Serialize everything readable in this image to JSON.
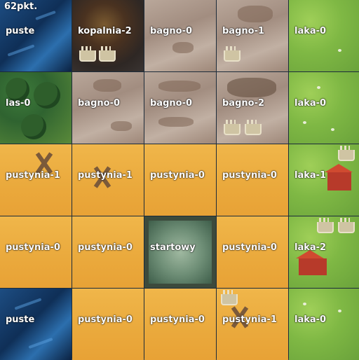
{
  "score": "62pkt.",
  "tiles": [
    [
      "puste",
      "kopalnia-2",
      "bagno-0",
      "bagno-1",
      "laka-0"
    ],
    [
      "las-0",
      "bagno-0",
      "bagno-0",
      "bagno-2",
      "laka-0"
    ],
    [
      "pustynia-1",
      "pustynia-1",
      "pustynia-0",
      "pustynia-0",
      "laka-1"
    ],
    [
      "pustynia-0",
      "pustynia-0",
      "startowy",
      "pustynia-0",
      "laka-2"
    ],
    [
      "puste",
      "pustynia-0",
      "pustynia-0",
      "pustynia-1",
      "laka-0"
    ]
  ]
}
